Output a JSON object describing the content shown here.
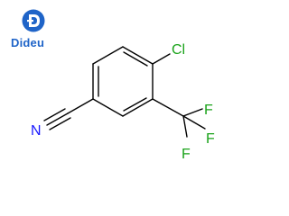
{
  "watermark": {
    "brand_name": "Dideu",
    "icon_name": "dideu-logo-icon",
    "color": "#1f64c8"
  },
  "molecule": {
    "bond_color": "#000000",
    "atoms": {
      "chlorine": {
        "label": "Cl",
        "color": "#1aa31a"
      },
      "fluorine_1": {
        "label": "F",
        "color": "#1aa31a"
      },
      "fluorine_2": {
        "label": "F",
        "color": "#1aa31a"
      },
      "fluorine_3": {
        "label": "F",
        "color": "#1aa31a"
      },
      "nitrogen": {
        "label": "N",
        "color": "#1a1aff"
      }
    }
  }
}
